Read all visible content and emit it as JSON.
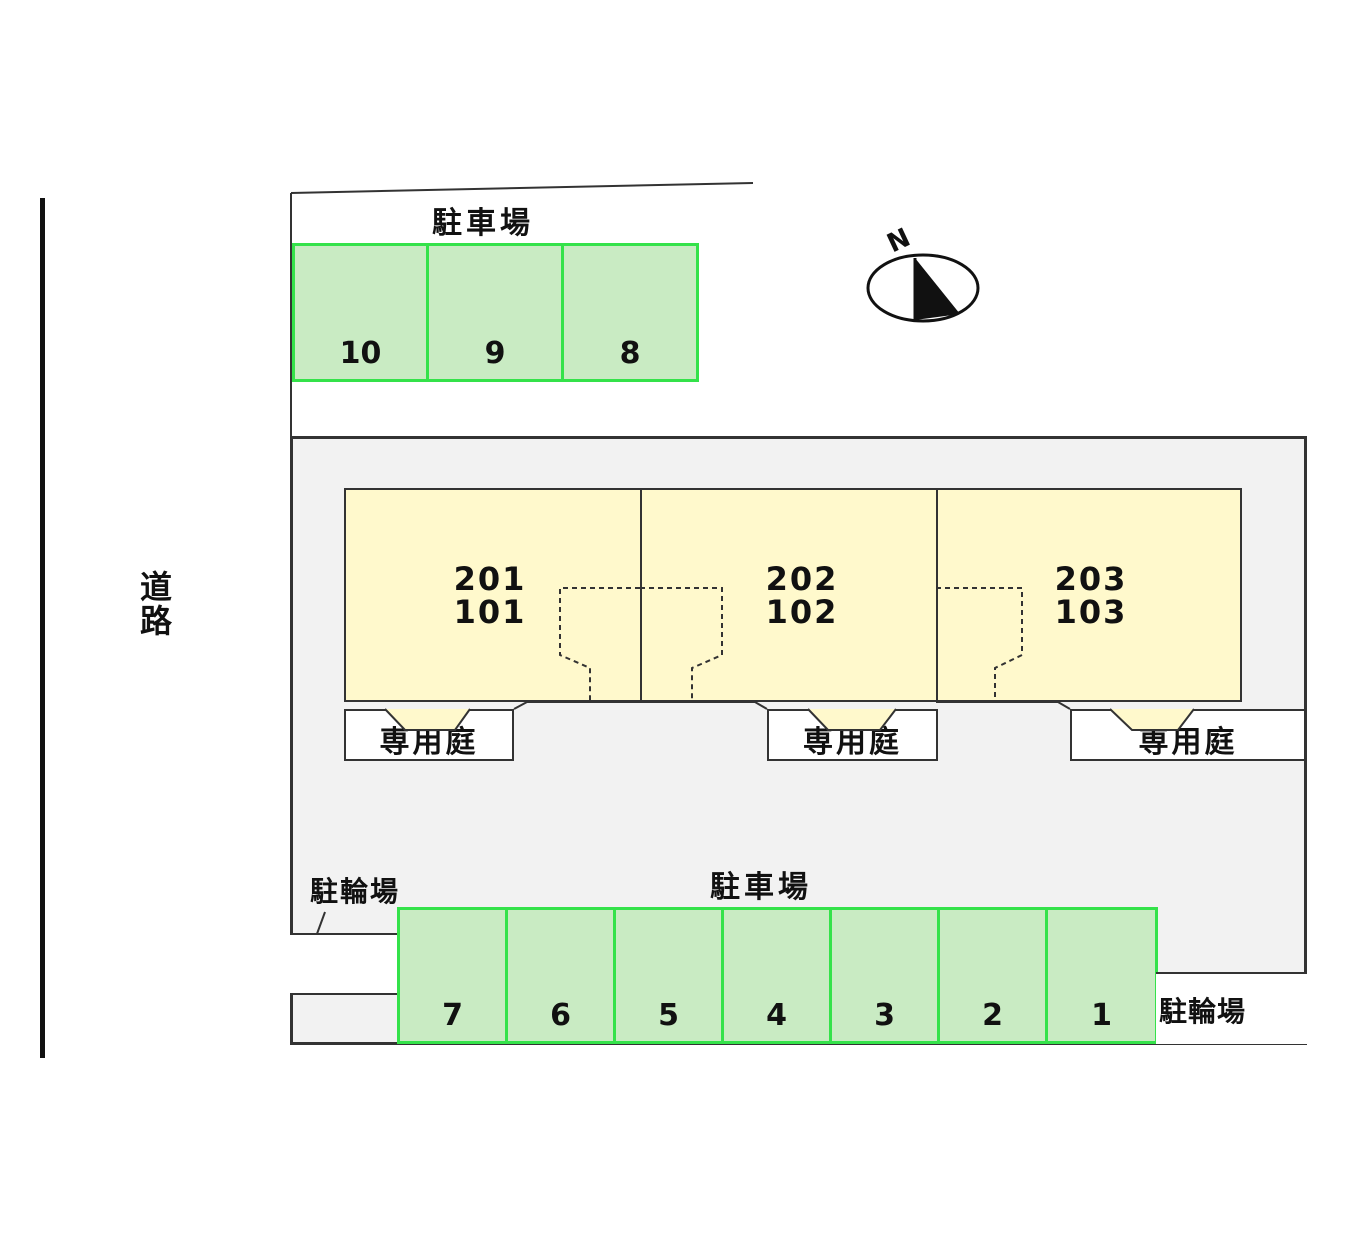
{
  "road": {
    "label": "道路"
  },
  "parking_top": {
    "label": "駐車場",
    "spots": [
      "10",
      "9",
      "8"
    ]
  },
  "parking_bottom": {
    "label": "駐車場",
    "spots": [
      "7",
      "6",
      "5",
      "4",
      "3",
      "2",
      "1"
    ]
  },
  "bicycle_left": {
    "label": "駐輪場"
  },
  "bicycle_right": {
    "label": "駐輪場"
  },
  "compass": {
    "label": "N"
  },
  "units": [
    {
      "upper": "201",
      "lower": "101"
    },
    {
      "upper": "202",
      "lower": "102"
    },
    {
      "upper": "203",
      "lower": "103"
    }
  ],
  "gardens": [
    {
      "label": "専用庭"
    },
    {
      "label": "専用庭"
    },
    {
      "label": "専用庭"
    }
  ],
  "colors": {
    "parking_fill": "#c9ebc3",
    "parking_border": "#34e24a",
    "unit_fill": "#fff9cc",
    "lot_fill": "#f2f2f2"
  }
}
